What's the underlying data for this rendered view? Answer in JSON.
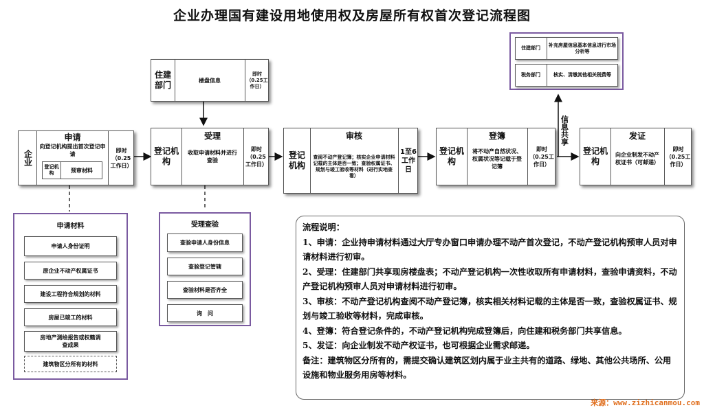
{
  "title": "企业办理国有建设用地使用权及房屋所有权首次登记流程图",
  "steps": {
    "apply": {
      "actor": "企业",
      "name": "申请",
      "desc": "向登记机构提出首次登记申请",
      "sub_actor": "登记机构",
      "sub_desc": "预审材料",
      "time": "即时（0.25工作日）"
    },
    "accept": {
      "actor": "登记机构",
      "name": "受理",
      "desc": "收取申请材料并进行查验",
      "time": "即时（0.25工作日）"
    },
    "review": {
      "actor": "登记机构",
      "name": "审核",
      "desc": "查阅不动产登记簿；核实企业申请材料记载的主体是否一致；查验权属证书、规划与竣工验收等材料（进行实地查看）",
      "time": "1至6工作日"
    },
    "register": {
      "actor": "登记机构",
      "name": "登簿",
      "desc": "将不动产自然状况、权属状况等记载于登记簿",
      "time": "即时（0.25工作日）"
    },
    "certify": {
      "actor": "登记机构",
      "name": "发证",
      "desc": "向企业制发不动产权证书（可邮递）",
      "time": "即时（0.25工作日）"
    }
  },
  "housing_info": {
    "actor": "住建部门",
    "desc": "楼盘信息",
    "time": "即时（0.25工作日）"
  },
  "info_share": {
    "label": "信息共享",
    "rows": [
      {
        "actor": "住建部门",
        "desc": "补充房屋信息基本信息进行市场分析等"
      },
      {
        "actor": "税务部门",
        "desc": "核实、清缴其他相关税费等"
      }
    ]
  },
  "materials": {
    "title": "申请材料",
    "items": [
      "申请人身份证明",
      "原企业不动产权属证书",
      "建设工程符合规划的材料",
      "房屋已竣工的材料",
      "房地产测绘报告或权籍调查成果",
      "建筑物区分所有的材料"
    ]
  },
  "inspection": {
    "title": "受理查验",
    "items": [
      "查验申请人身份信息",
      "查验登记管辖",
      "查验材料是否齐全",
      "询　问"
    ]
  },
  "description": {
    "lines": [
      "流程说明：",
      "1、申请：企业持申请材料通过大厅专办窗口申请办理不动产首次登记，不动产登记机构预审人员对申请材料进行初审。",
      "2、受理：住建部门共享现房楼盘表；不动产登记机构一次性收取所有申请材料，查验申请资料，不动产登记机构预审人员对申请材料进行初审。",
      "3、审核：不动产登记机构查阅不动产登记簿，核实相关材料记载的主体是否一致，查验权属证书、规划与竣工验收等材料，完成审核。",
      "4、登簿：符合登记条件的，不动产登记机构完成登簿后，向住建和税务部门共享信息。",
      "5、发证：向企业制发不动产权证书，也可根据企业需求邮递。",
      "备注：建筑物区分所有的，需提交确认建筑区划内属于业主共有的道路、绿地、其他公共场所、公用设施和物业服务用房等材料。"
    ]
  },
  "source": "来源：www.zizhicanmou.com"
}
